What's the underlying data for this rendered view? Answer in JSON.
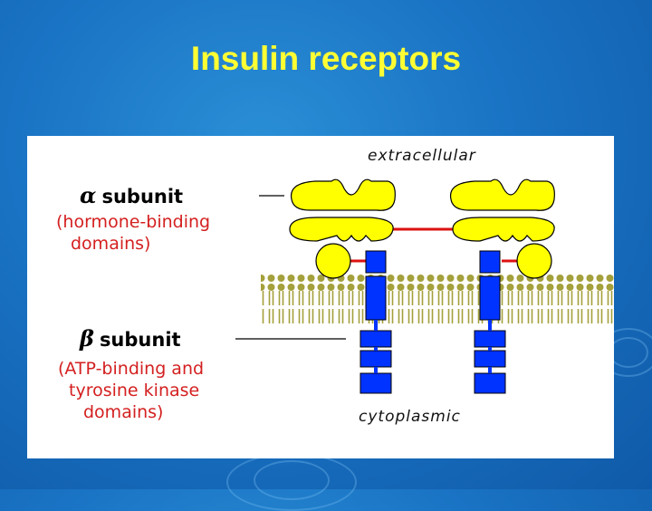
{
  "slide": {
    "title": "Insulin receptors"
  },
  "diagram": {
    "alpha_symbol": "α",
    "alpha_label": "subunit",
    "alpha_desc_line1": "(hormone-binding",
    "alpha_desc_line2": "domains)",
    "beta_symbol": "β",
    "beta_label": "subunit",
    "beta_desc_line1": "(ATP-binding and",
    "beta_desc_line2": "tyrosine kinase",
    "beta_desc_line3": "domains)",
    "top_label": "extracellular",
    "bottom_label": "cytoplasmic"
  },
  "colors": {
    "background": "#1a73c4",
    "title": "#ffff33",
    "alpha_domain": "#ffff00",
    "beta_domain": "#0033ff",
    "disulfide_bond": "#dd1111",
    "membrane": "#a4a03c",
    "red_text": "#d42020"
  }
}
